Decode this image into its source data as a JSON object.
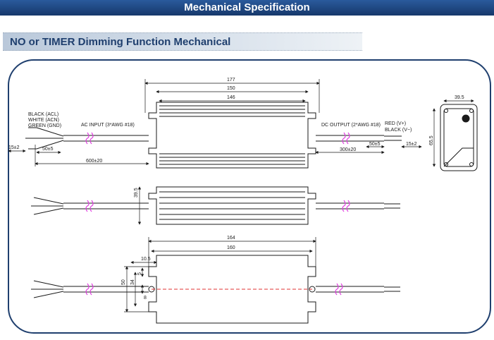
{
  "header": {
    "title": "Mechanical Specification"
  },
  "section": {
    "title": "NO or TIMER Dimming Function Mechanical"
  },
  "colors": {
    "header_bg": "#1f4a85",
    "frame": "#1f3f6e",
    "break": "#e040e0",
    "center_line": "#e03030"
  },
  "top_view": {
    "dims": {
      "d177": "177",
      "d150": "150",
      "d146": "146",
      "d600": "600±20",
      "d300": "300±20",
      "d50l": "50±5",
      "d15l": "15±2",
      "d50r": "50±5",
      "d15r": "15±2"
    },
    "ac_wires": [
      "BLACK (ACL)",
      "WHITE (ACN)",
      "GREEN (GND)"
    ],
    "ac_label": "AC INPUT (3*AWG #18)",
    "dc_label": "DC OUTPUT (2*AWG #18)",
    "dc_wires": [
      "RED (V+)",
      "BLACK (V−)"
    ]
  },
  "end_view": {
    "width": "39.5",
    "height": "65.5"
  },
  "side_view": {
    "height": "39.5"
  },
  "bottom_view": {
    "d164": "164",
    "d160": "160",
    "d10_5": "10.5",
    "d50": "50",
    "d34": "34",
    "d5": "5",
    "d8": "8"
  }
}
